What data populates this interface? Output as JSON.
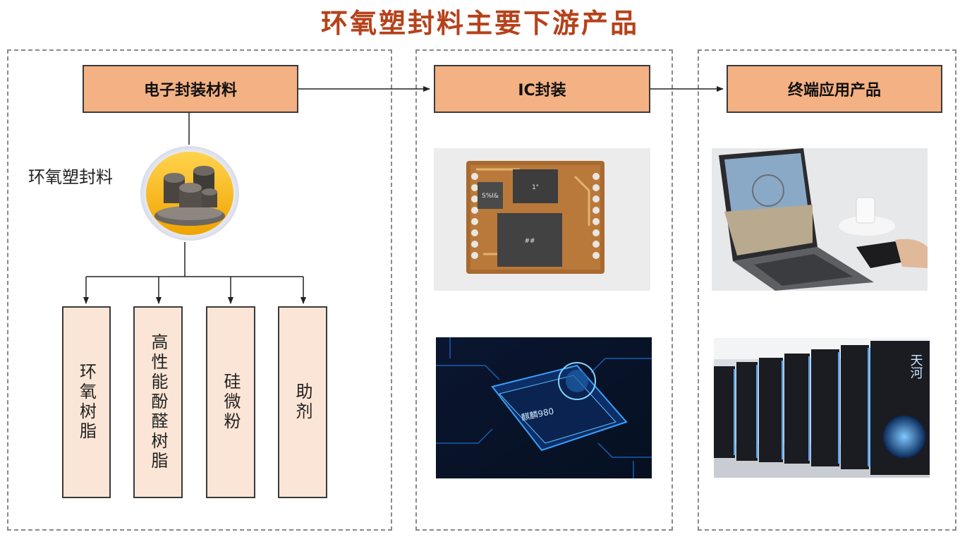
{
  "title": "环氧塑封料主要下游产品",
  "columns": {
    "materials": {
      "header": "电子封装材料",
      "material_label": "环氧塑封料",
      "components": [
        "环氧树脂",
        "高性能酚醛树脂",
        "硅微粉",
        "助剂"
      ]
    },
    "packaging": {
      "header": "IC封装",
      "chip_marks": [
        "S%I&",
        "1\"",
        "##"
      ],
      "processor_label": "麒麟980"
    },
    "end_products": {
      "header": "终端应用产品",
      "supercomputer_mark": "天河"
    }
  },
  "colors": {
    "title": "#b5421b",
    "header_fill": "#f4b183",
    "component_fill": "#fbe5d6",
    "panel_border": "#8a8a8a"
  }
}
